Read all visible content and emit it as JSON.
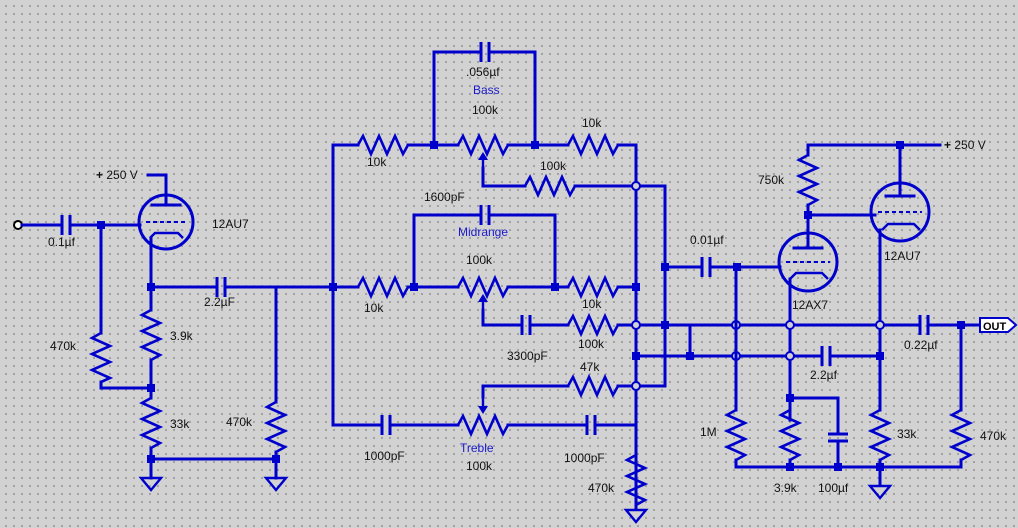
{
  "labels": {
    "power_left": "250 V",
    "power_right": "250 V",
    "c_in": "0.1µf",
    "r_470k_left": "470k",
    "tube1": "12AU7",
    "c_coupling": "2.2µF",
    "r_3_9k_left": "3.9k",
    "r_33k_left": "33k",
    "r_470k_mid": "470k",
    "c_bass": ".056µf",
    "bass_name": "Bass",
    "bass_pot": "100k",
    "r_10k_top_left": "10k",
    "r_10k_top_right": "10k",
    "r_100k_top": "100k",
    "c_mid": "1600pF",
    "mid_name": "Midrange",
    "mid_pot": "100k",
    "r_10k_mid_left": "10k",
    "r_10k_mid_right": "10k",
    "c_3300": "3300pF",
    "r_100k_mid": "100k",
    "r_47k": "47k",
    "c_1000_left": "1000pF",
    "treble_name": "Treble",
    "treble_pot": "100k",
    "c_1000_right": "1000pF",
    "r_470k_bottom": "470k",
    "c_001": "0.01µf",
    "tube2": "12AX7",
    "tube3": "12AU7",
    "r_750k": "750k",
    "c_022": "0.22µf",
    "out": "OUT",
    "c_2_2uf": "2.2µf",
    "r_1m": "1M",
    "r_3_9k_right": "3.9k",
    "c_100uf": "100µf",
    "r_33k_right": "33k",
    "r_470k_right": "470k"
  }
}
